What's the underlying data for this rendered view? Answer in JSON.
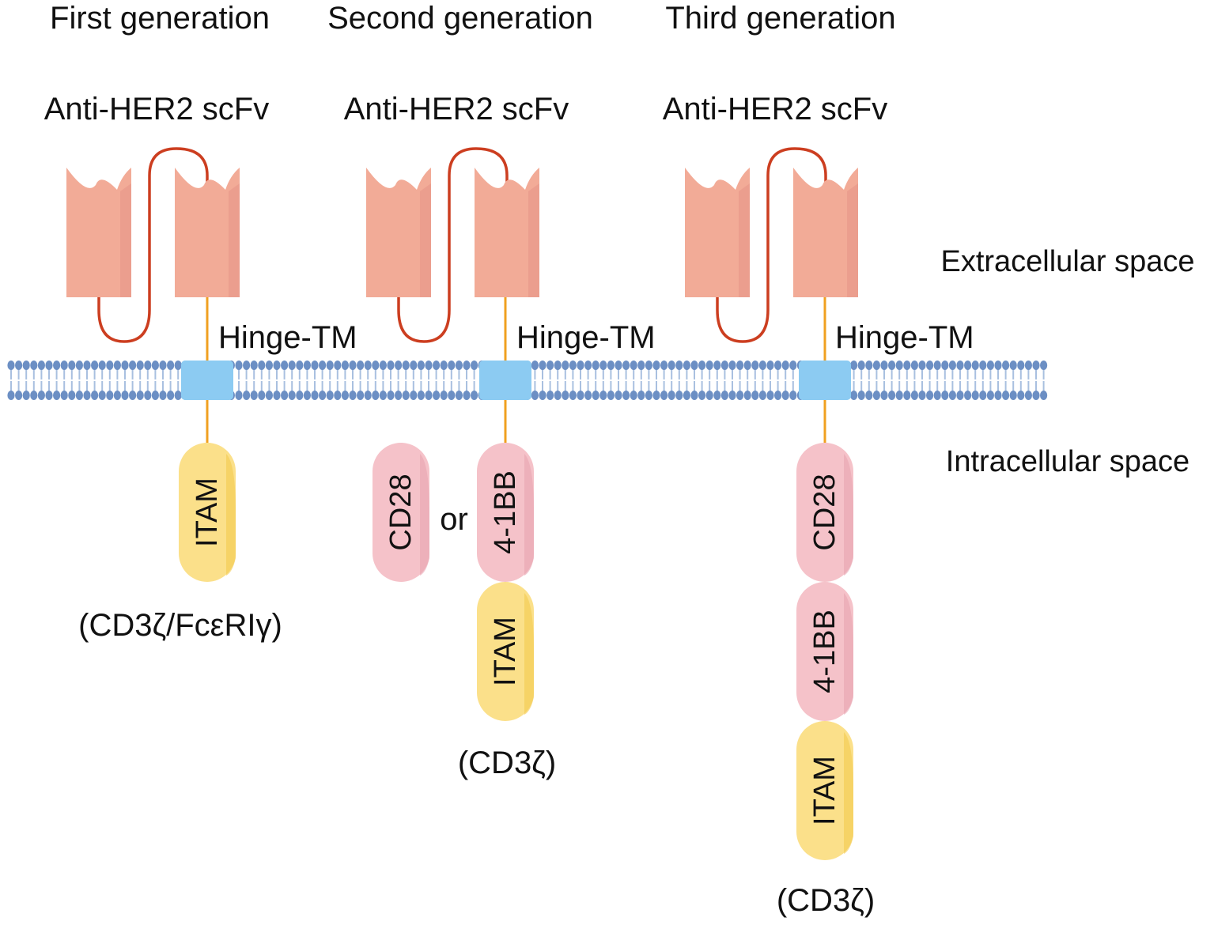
{
  "generations": [
    {
      "title": "First generation",
      "scfv_label": "Anti-HER2 scFv",
      "hinge_label": "Hinge-TM",
      "domains": [
        "ITAM"
      ],
      "chain_label": "(CD3ζ/FcεRIγ)",
      "connector_label": ""
    },
    {
      "title": "Second generation",
      "scfv_label": "Anti-HER2 scFv",
      "hinge_label": "Hinge-TM",
      "domains": [
        "4-1BB",
        "ITAM"
      ],
      "alternative_domain": "CD28",
      "connector_label": "or",
      "chain_label": "(CD3ζ)"
    },
    {
      "title": "Third generation",
      "scfv_label": "Anti-HER2 scFv",
      "hinge_label": "Hinge-TM",
      "domains": [
        "CD28",
        "4-1BB",
        "ITAM"
      ],
      "chain_label": "(CD3ζ)",
      "connector_label": ""
    }
  ],
  "regions": {
    "extracellular": "Extracellular space",
    "intracellular": "Intracellular space"
  },
  "colors": {
    "scfv_fill": "#f2ab97",
    "scfv_shade": "#e8998a",
    "linker": "#cc3e20",
    "stem": "#f0a020",
    "membrane_head": "#6c8fc4",
    "membrane_tail": "#a9c0e0",
    "tm_block": "#8ccbf2",
    "costim_fill": "#f5c2c9",
    "costim_shade": "#e7a4b0",
    "itam_fill": "#fbe08a",
    "itam_shade": "#f3c94e"
  }
}
